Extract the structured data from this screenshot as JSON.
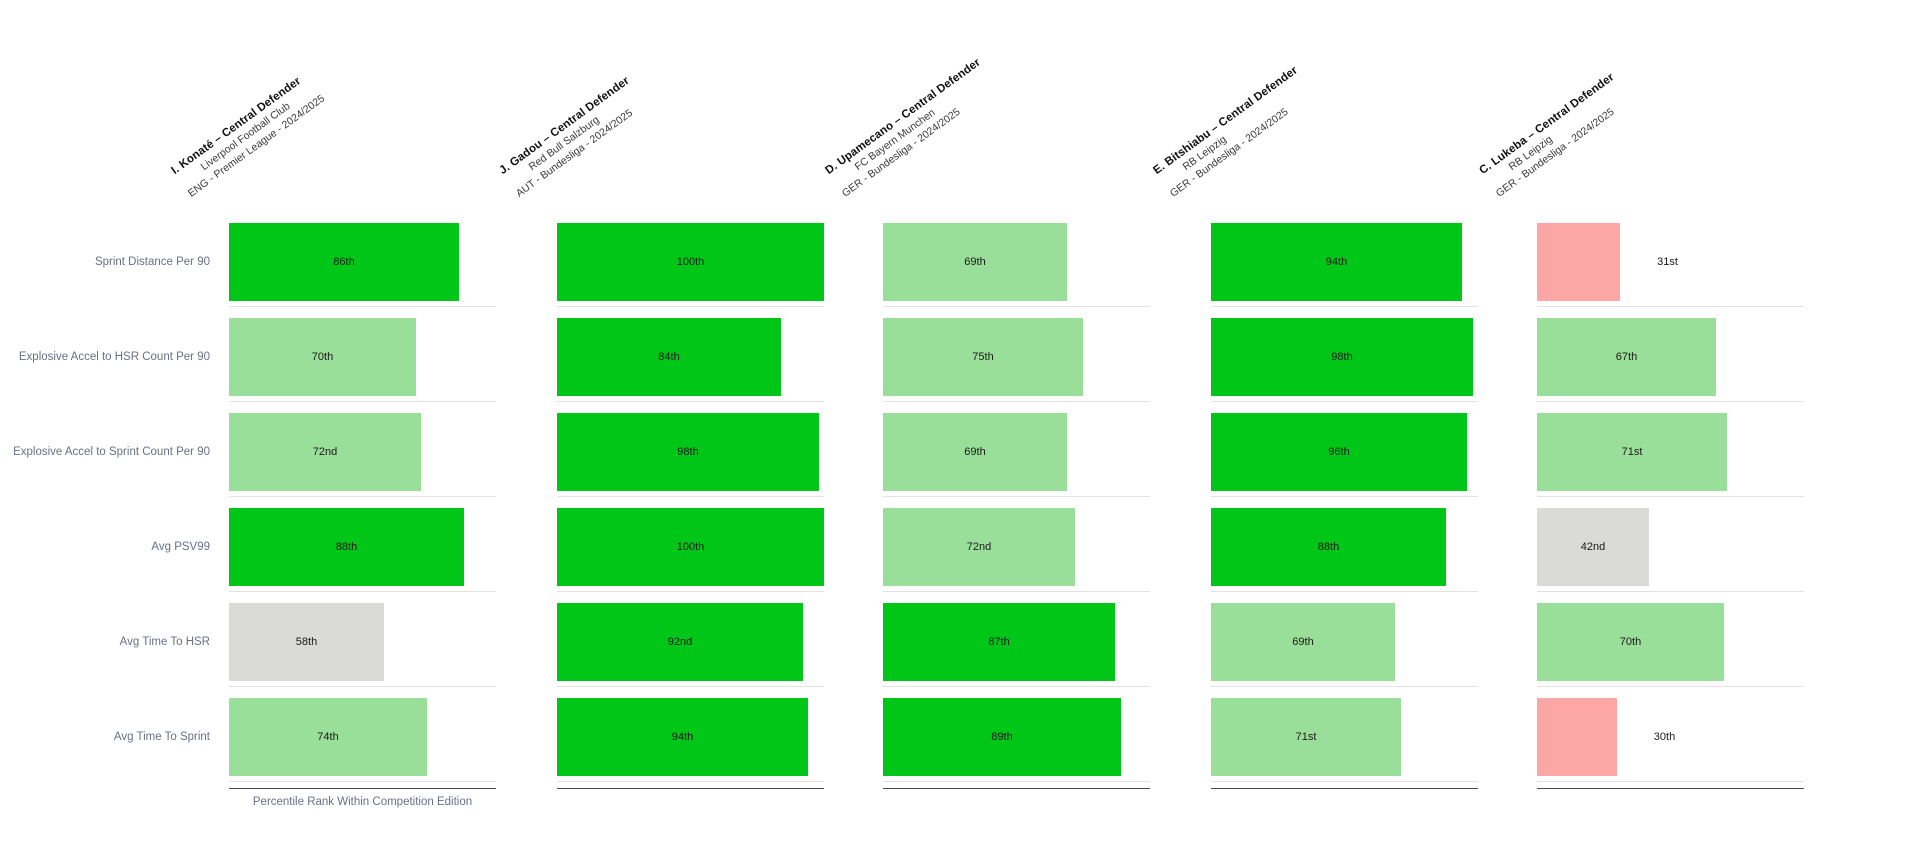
{
  "axis": {
    "caption": "Percentile Rank Within Competition Edition"
  },
  "colors": {
    "high": "#00c617",
    "mid": "#99de99",
    "low": "#dadad6",
    "poor": "#fda6a6",
    "label_text": "#6b6f86",
    "value_text": "#1a1a1a",
    "baseline": "#e2e2e2",
    "axis": "#4a4a4a"
  },
  "columns": [
    {
      "name": "I. Konaté – Central Defender",
      "team": "Liverpool Football Club",
      "competition": "ENG - Premier League - 2024/2025"
    },
    {
      "name": "J. Gadou – Central Defender",
      "team": "Red Bull Salzburg",
      "competition": "AUT - Bundesliga - 2024/2025"
    },
    {
      "name": "D. Upamecano – Central Defender",
      "team": "FC Bayern Munchen",
      "competition": "GER - Bundesliga - 2024/2025"
    },
    {
      "name": "E. Bitshiabu – Central Defender",
      "team": "RB Leipzig",
      "competition": "GER - Bundesliga - 2024/2025"
    },
    {
      "name": "C. Lukeba – Central Defender",
      "team": "RB Leipzig",
      "competition": "GER - Bundesliga - 2024/2025"
    }
  ],
  "metrics": [
    "Sprint Distance Per 90",
    "Explosive Accel to HSR Count Per 90",
    "Explosive Accel to Sprint Count Per 90",
    "Avg PSV99",
    "Avg Time To HSR",
    "Avg Time To Sprint"
  ],
  "chart_data": {
    "type": "bar",
    "title": "",
    "xlabel": "Percentile Rank Within Competition Edition",
    "ylabel": "",
    "xlim": [
      0,
      100
    ],
    "grid": false,
    "legend": "none",
    "orientation": "horizontal",
    "layout": "small-multiples-grid",
    "categories": [
      "Sprint Distance Per 90",
      "Explosive Accel to HSR Count Per 90",
      "Explosive Accel to Sprint Count Per 90",
      "Avg PSV99",
      "Avg Time To HSR",
      "Avg Time To Sprint"
    ],
    "series": [
      {
        "name": "I. Konaté – Central Defender",
        "values": [
          86,
          70,
          72,
          88,
          58,
          74
        ],
        "labels": [
          "86th",
          "70th",
          "72nd",
          "88th",
          "58th",
          "74th"
        ],
        "colors": [
          "#00c617",
          "#99de99",
          "#99de99",
          "#00c617",
          "#dadad6",
          "#99de99"
        ]
      },
      {
        "name": "J. Gadou – Central Defender",
        "values": [
          100,
          84,
          98,
          100,
          92,
          94
        ],
        "labels": [
          "100th",
          "84th",
          "98th",
          "100th",
          "92nd",
          "94th"
        ],
        "colors": [
          "#00c617",
          "#00c617",
          "#00c617",
          "#00c617",
          "#00c617",
          "#00c617"
        ]
      },
      {
        "name": "D. Upamecano – Central Defender",
        "values": [
          69,
          75,
          69,
          72,
          87,
          89
        ],
        "labels": [
          "69th",
          "75th",
          "69th",
          "72nd",
          "87th",
          "89th"
        ],
        "colors": [
          "#99de99",
          "#99de99",
          "#99de99",
          "#99de99",
          "#00c617",
          "#00c617"
        ]
      },
      {
        "name": "E. Bitshiabu – Central Defender",
        "values": [
          94,
          98,
          96,
          88,
          69,
          71
        ],
        "labels": [
          "94th",
          "98th",
          "96th",
          "88th",
          "69th",
          "71st"
        ],
        "colors": [
          "#00c617",
          "#00c617",
          "#00c617",
          "#00c617",
          "#99de99",
          "#99de99"
        ]
      },
      {
        "name": "C. Lukeba – Central Defender",
        "values": [
          31,
          67,
          71,
          42,
          70,
          30
        ],
        "labels": [
          "31st",
          "67th",
          "71st",
          "42nd",
          "70th",
          "30th"
        ],
        "colors": [
          "#fda6a6",
          "#99de99",
          "#99de99",
          "#dadad6",
          "#99de99",
          "#fda6a6"
        ]
      }
    ]
  }
}
